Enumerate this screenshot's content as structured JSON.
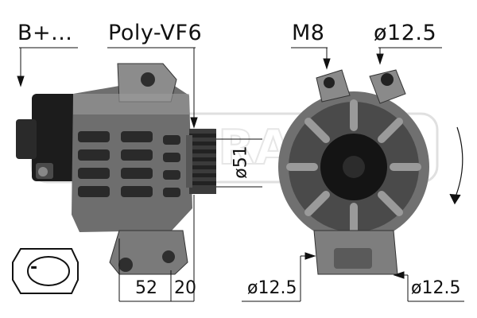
{
  "labels": {
    "terminal": "B+...",
    "belt": "Poly-VF6",
    "bolt": "M8",
    "hole_top": "ø12.5",
    "pulley_diameter": "ø51",
    "offset_left": "52",
    "offset_right": "20",
    "hole_bottom_left": "ø12.5",
    "hole_bottom_right": "ø12.5"
  },
  "connector": {
    "pin_symbol": "-"
  },
  "watermark": {
    "text": "ERA"
  },
  "colors": {
    "line": "#111111",
    "housing_dark": "#3a3a3a",
    "housing_mid": "#7d7d7d",
    "housing_light": "#b8b8b8",
    "plastic": "#1c1c1c"
  },
  "icons": [
    "rotation-arrow-icon",
    "connector-plug-icon"
  ]
}
